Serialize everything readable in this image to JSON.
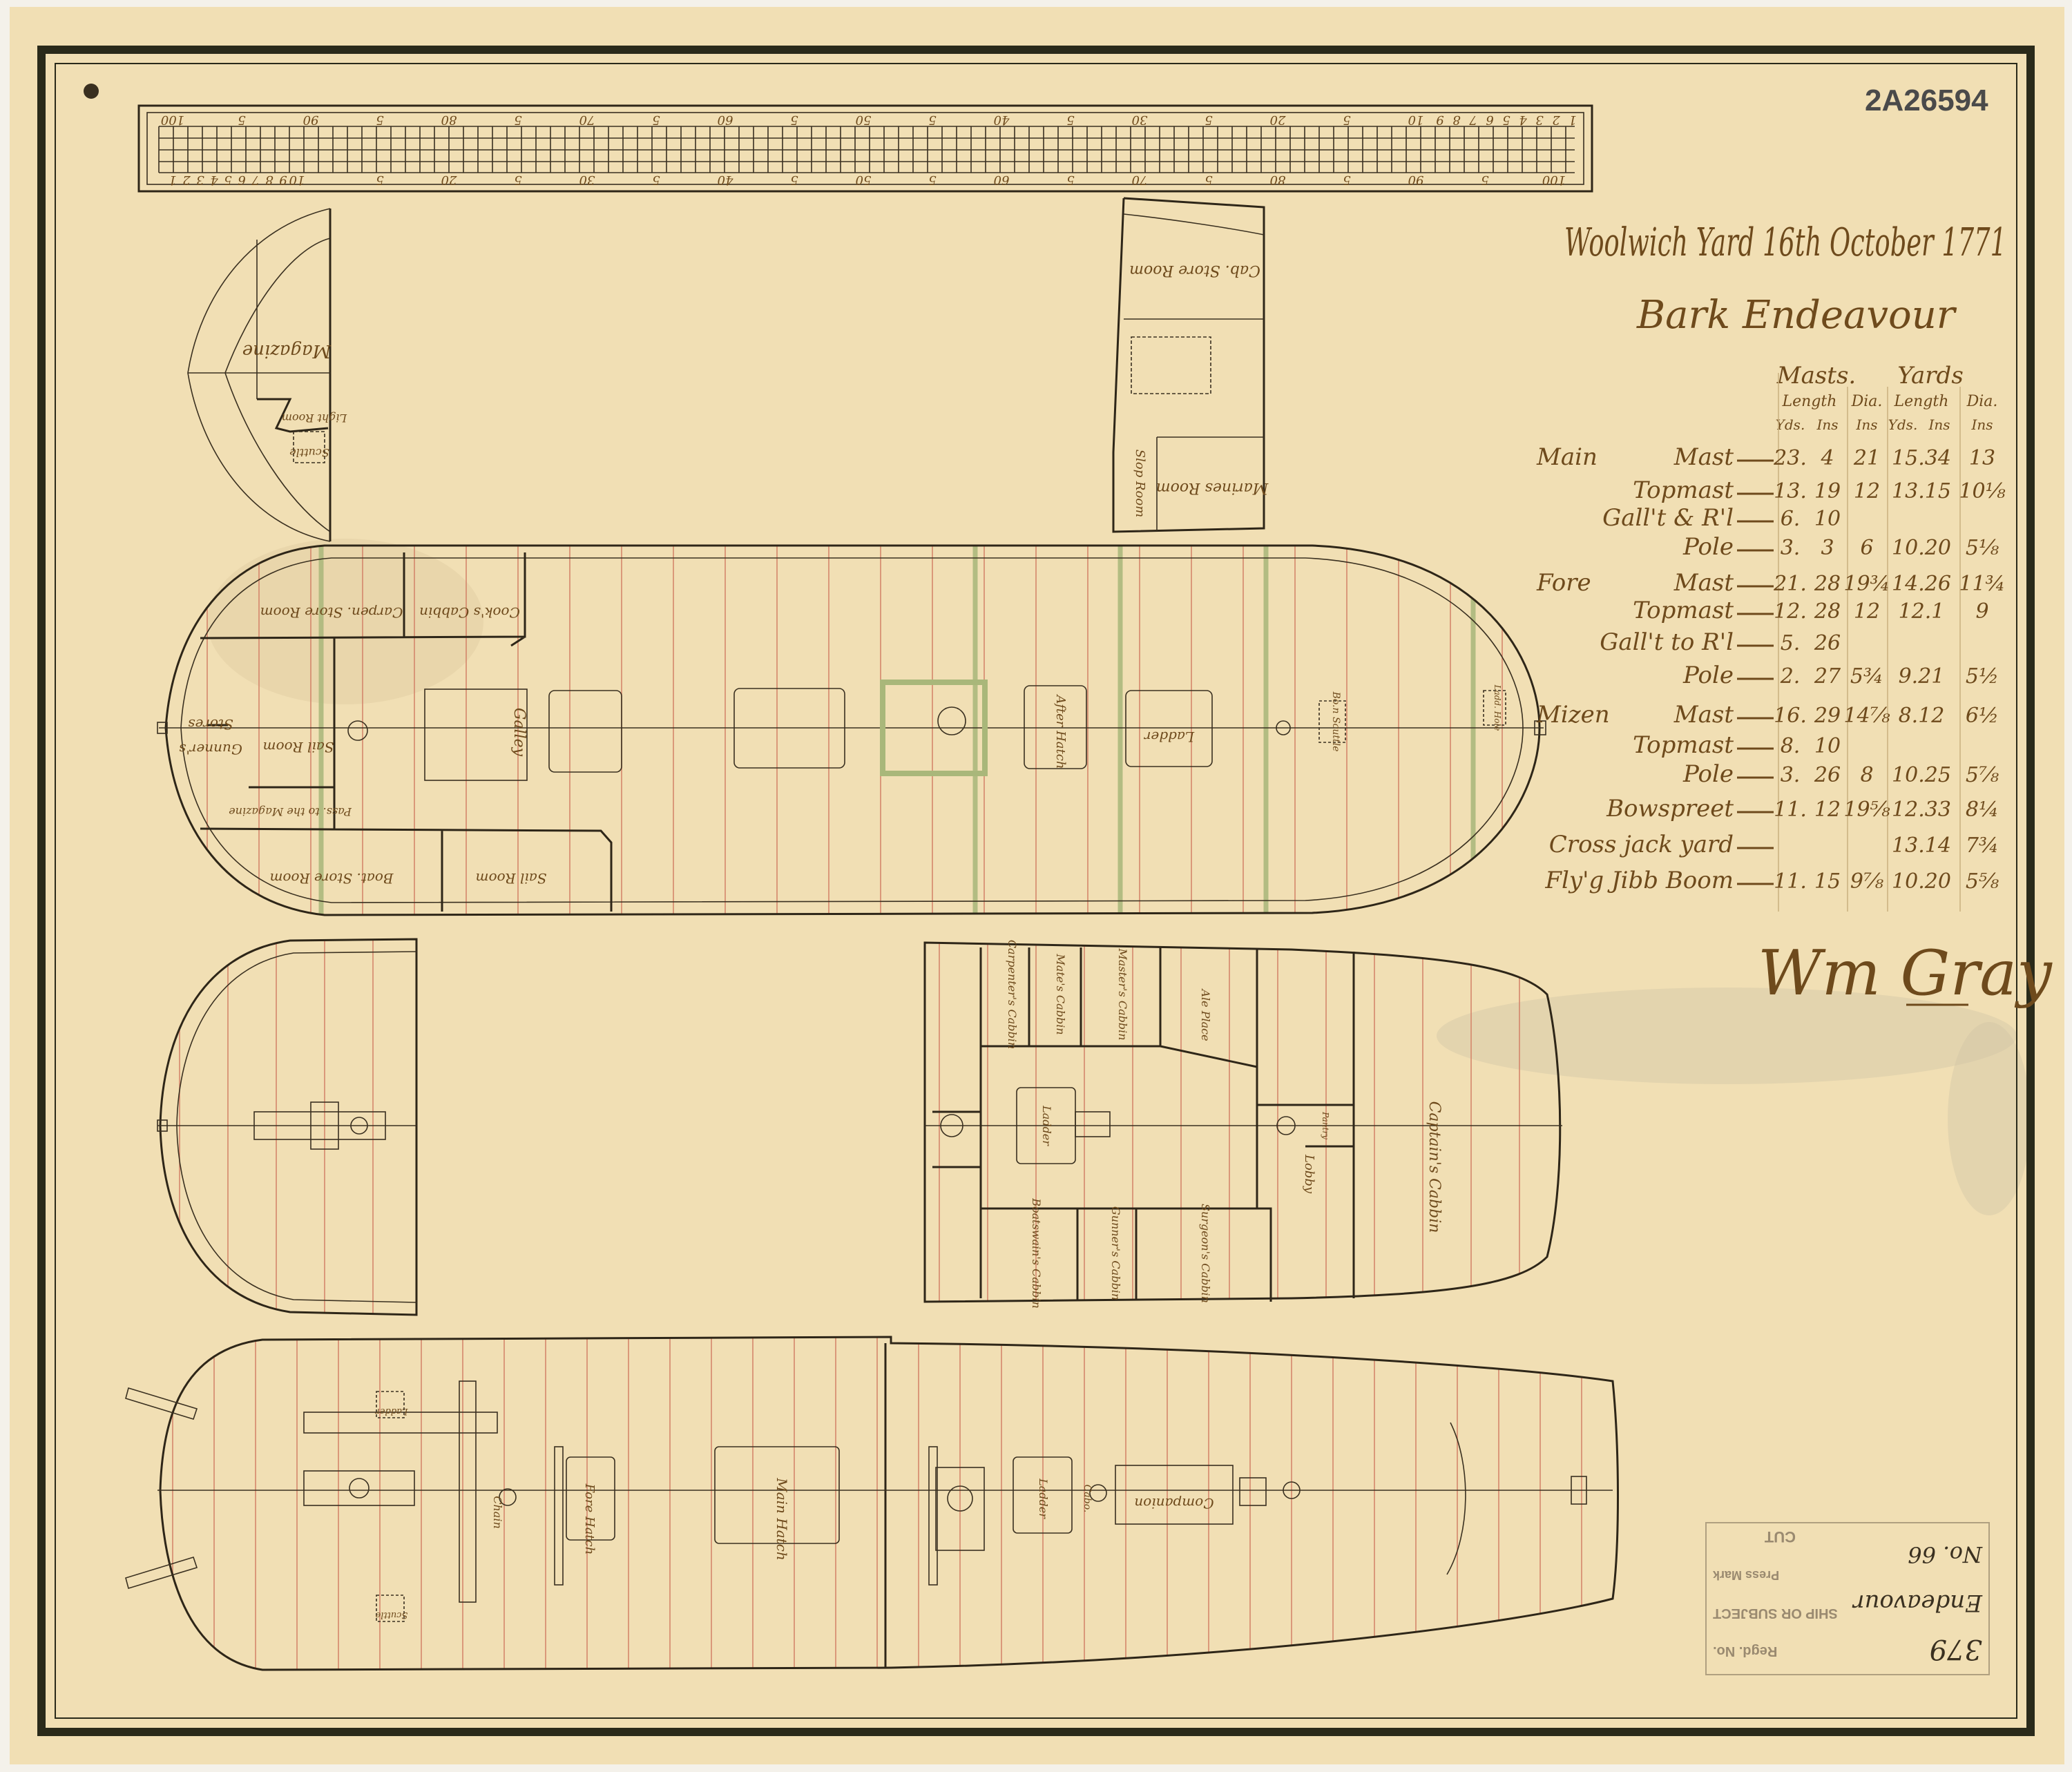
{
  "document": {
    "archive_number": "2A26594",
    "heading": "Woolwich Yard 16th October 1771",
    "subheading": "Bark Endeavour",
    "signature": "Wm Gray",
    "colors": {
      "paper": "#f1dfb4",
      "ink": "#6e4a1c",
      "line": "#2e2618",
      "planking": "#d4866c",
      "beams": "#a9b77a",
      "border": "#2a2a1a"
    }
  },
  "scale_bar": {
    "top_labels": [
      "100",
      "5",
      "90",
      "5",
      "80",
      "5",
      "70",
      "5",
      "60",
      "5",
      "50",
      "5",
      "40",
      "5",
      "30",
      "5",
      "20",
      "5",
      "10",
      "9",
      "8",
      "7",
      "6",
      "5",
      "4",
      "3",
      "2",
      "1"
    ],
    "bottom_labels": [
      "1",
      "2",
      "3",
      "4",
      "5",
      "6",
      "7",
      "8",
      "9",
      "10",
      "5",
      "20",
      "5",
      "30",
      "5",
      "40",
      "5",
      "50",
      "5",
      "60",
      "5",
      "70",
      "5",
      "80",
      "5",
      "90",
      "5",
      "100"
    ]
  },
  "spar_table": {
    "group_headers": {
      "masts": "Masts.",
      "yards": "Yards"
    },
    "sub_headers": {
      "mast_length": "Length",
      "mast_dia": "Dia.",
      "yard_length": "Length",
      "yard_dia": "Dia."
    },
    "units": [
      "Yds.",
      "Ins",
      "Ins",
      "Yds.",
      "Ins",
      "Ins"
    ],
    "rows": [
      {
        "group": "Main",
        "name": "Mast",
        "mast_yds": "23.",
        "mast_ins": "4",
        "mast_dia": "21",
        "yard_len": "15.34",
        "yard_dia": "13"
      },
      {
        "group": "",
        "name": "Topmast",
        "mast_yds": "13.",
        "mast_ins": "19",
        "mast_dia": "12",
        "yard_len": "13.15",
        "yard_dia": "10⅛"
      },
      {
        "group": "",
        "name": "Gall't & R'l",
        "mast_yds": "6.",
        "mast_ins": "10",
        "mast_dia": "",
        "yard_len": "",
        "yard_dia": ""
      },
      {
        "group": "",
        "name": "Pole",
        "mast_yds": "3.",
        "mast_ins": "3",
        "mast_dia": "6",
        "yard_len": "10.20",
        "yard_dia": "5⅛"
      },
      {
        "group": "Fore",
        "name": "Mast",
        "mast_yds": "21.",
        "mast_ins": "28",
        "mast_dia": "19¾",
        "yard_len": "14.26",
        "yard_dia": "11¾"
      },
      {
        "group": "",
        "name": "Topmast",
        "mast_yds": "12.",
        "mast_ins": "28",
        "mast_dia": "12",
        "yard_len": "12.1",
        "yard_dia": "9"
      },
      {
        "group": "",
        "name": "Gall't to R'l",
        "mast_yds": "5.",
        "mast_ins": "26",
        "mast_dia": "",
        "yard_len": "",
        "yard_dia": ""
      },
      {
        "group": "",
        "name": "Pole",
        "mast_yds": "2.",
        "mast_ins": "27",
        "mast_dia": "5¾",
        "yard_len": "9.21",
        "yard_dia": "5½"
      },
      {
        "group": "Mizen",
        "name": "Mast",
        "mast_yds": "16.",
        "mast_ins": "29",
        "mast_dia": "14⅞",
        "yard_len": "8.12",
        "yard_dia": "6½"
      },
      {
        "group": "",
        "name": "Topmast",
        "mast_yds": "8.",
        "mast_ins": "10",
        "mast_dia": "",
        "yard_len": "",
        "yard_dia": ""
      },
      {
        "group": "",
        "name": "Pole",
        "mast_yds": "3.",
        "mast_ins": "26",
        "mast_dia": "8",
        "yard_len": "10.25",
        "yard_dia": "5⅞"
      },
      {
        "group": "",
        "name": "Bowspreet",
        "mast_yds": "11.",
        "mast_ins": "12",
        "mast_dia": "19⅝",
        "yard_len": "12.33",
        "yard_dia": "8¼"
      },
      {
        "group": "",
        "name": "Cross jack yard",
        "mast_yds": "",
        "mast_ins": "",
        "mast_dia": "",
        "yard_len": "13.14",
        "yard_dia": "7¾"
      },
      {
        "group": "",
        "name": "Fly'g Jibb Boom",
        "mast_yds": "11.",
        "mast_ins": "15",
        "mast_dia": "9⅞",
        "yard_len": "10.20",
        "yard_dia": "5⅝"
      }
    ]
  },
  "plans": {
    "magazine_plan": {
      "labels": [
        "Magazine",
        "Light Room",
        "Scuttle"
      ]
    },
    "store_plan": {
      "labels": [
        "Cab. Store Room",
        "Marines Room",
        "Slop Room"
      ]
    },
    "lower_deck": {
      "labels": [
        "Stores",
        "Gunner's",
        "Sail Room",
        "Pass. to the Magazine",
        "Galley",
        "Cook's Cabbin",
        "Carpen. Store Room",
        "Boat. Store Room",
        "Sail Room",
        "After Hatch",
        "Ladder",
        "Bo.n Scuttle",
        "Ladd. Hole"
      ]
    },
    "fore_platform": {
      "labels": []
    },
    "aft_platform": {
      "labels": [
        "Carpenter's Cabbin",
        "Mate's Cabbin",
        "Master's Cabbin",
        "Ale Place",
        "Ladder",
        "Pantry",
        "Lobby",
        "Captain's Cabbin",
        "Surgeon's Cabbin",
        "Gunner's Cabbin",
        "Boatswain's Cabbin"
      ]
    },
    "upper_deck": {
      "labels": [
        "Ladder",
        "Scuttle",
        "Chain",
        "Fore Hatch",
        "Main Hatch",
        "Ladder",
        "Cabo.",
        "Companion"
      ]
    }
  },
  "stamp": {
    "regd_no": "Regd. No.",
    "ship_or_subject": "SHIP OR SUBJECT",
    "press_mark": "Press Mark",
    "cut": "CUT",
    "number": "379",
    "ship_name": "Endeavour",
    "box_number": "No. 66"
  }
}
